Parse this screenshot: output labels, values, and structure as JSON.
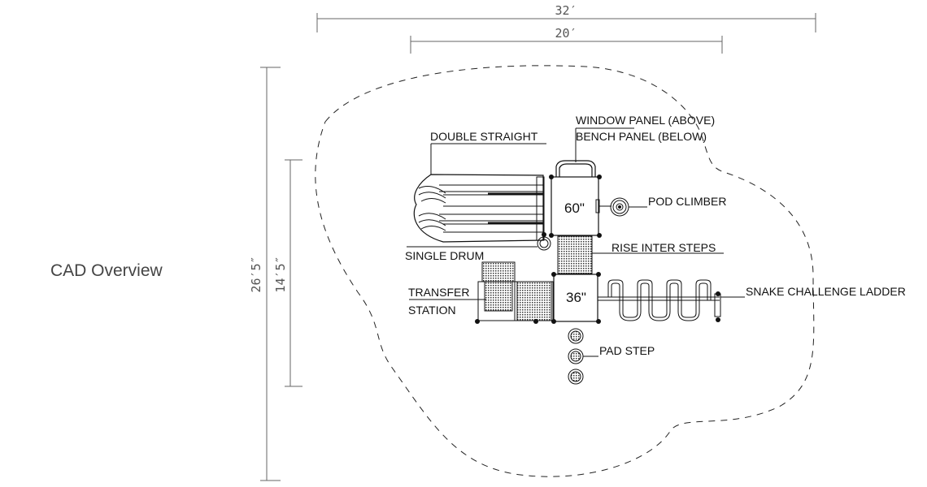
{
  "caption": "CAD Overview",
  "dimensions": {
    "overall_width": "32′",
    "inner_width": "20′",
    "overall_depth": "26′5″",
    "inner_depth": "14′5″"
  },
  "decks": {
    "upper": "60\"",
    "lower": "36\""
  },
  "labels": {
    "double_straight": "DOUBLE STRAIGHT",
    "window_panel": "WINDOW PANEL (ABOVE)",
    "bench_panel": "BENCH PANEL (BELOW)",
    "pod_climber": "POD CLIMBER",
    "single_drum": "SINGLE DRUM",
    "rise_inter_steps": "RISE INTER STEPS",
    "transfer_station_1": "TRANSFER",
    "transfer_station_2": "STATION",
    "snake_ladder": "SNAKE CHALLENGE LADDER",
    "pad_step": "PAD STEP"
  },
  "colors": {
    "line": "#111111",
    "dimension": "#666666",
    "caption": "#444444"
  }
}
